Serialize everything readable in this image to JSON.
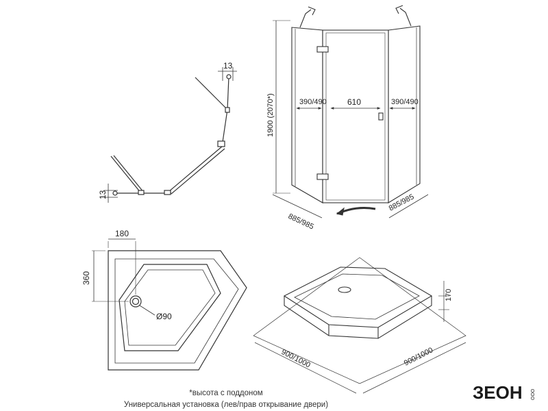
{
  "colors": {
    "line": "#333333",
    "background": "#ffffff",
    "logo": "#1a1a1a"
  },
  "top_view": {
    "dim_top": "13",
    "dim_left": "13"
  },
  "front_view": {
    "height": "1900 (2070*)",
    "door_width": "610",
    "side_left": "390/490",
    "side_right": "390/490",
    "base_left": "885/985",
    "base_right": "885/985"
  },
  "tray_plan": {
    "dim_x": "180",
    "dim_y": "360",
    "drain": "Ø90"
  },
  "tray_iso": {
    "height": "170",
    "side_left": "900/1000",
    "side_right": "900/1000"
  },
  "notes": {
    "height_note": "*высота с поддоном",
    "install_note": "Универсальная установка (лев/прав открывание двери)"
  },
  "logo": {
    "text": "ЗЕОН",
    "suffix": "ООО"
  }
}
